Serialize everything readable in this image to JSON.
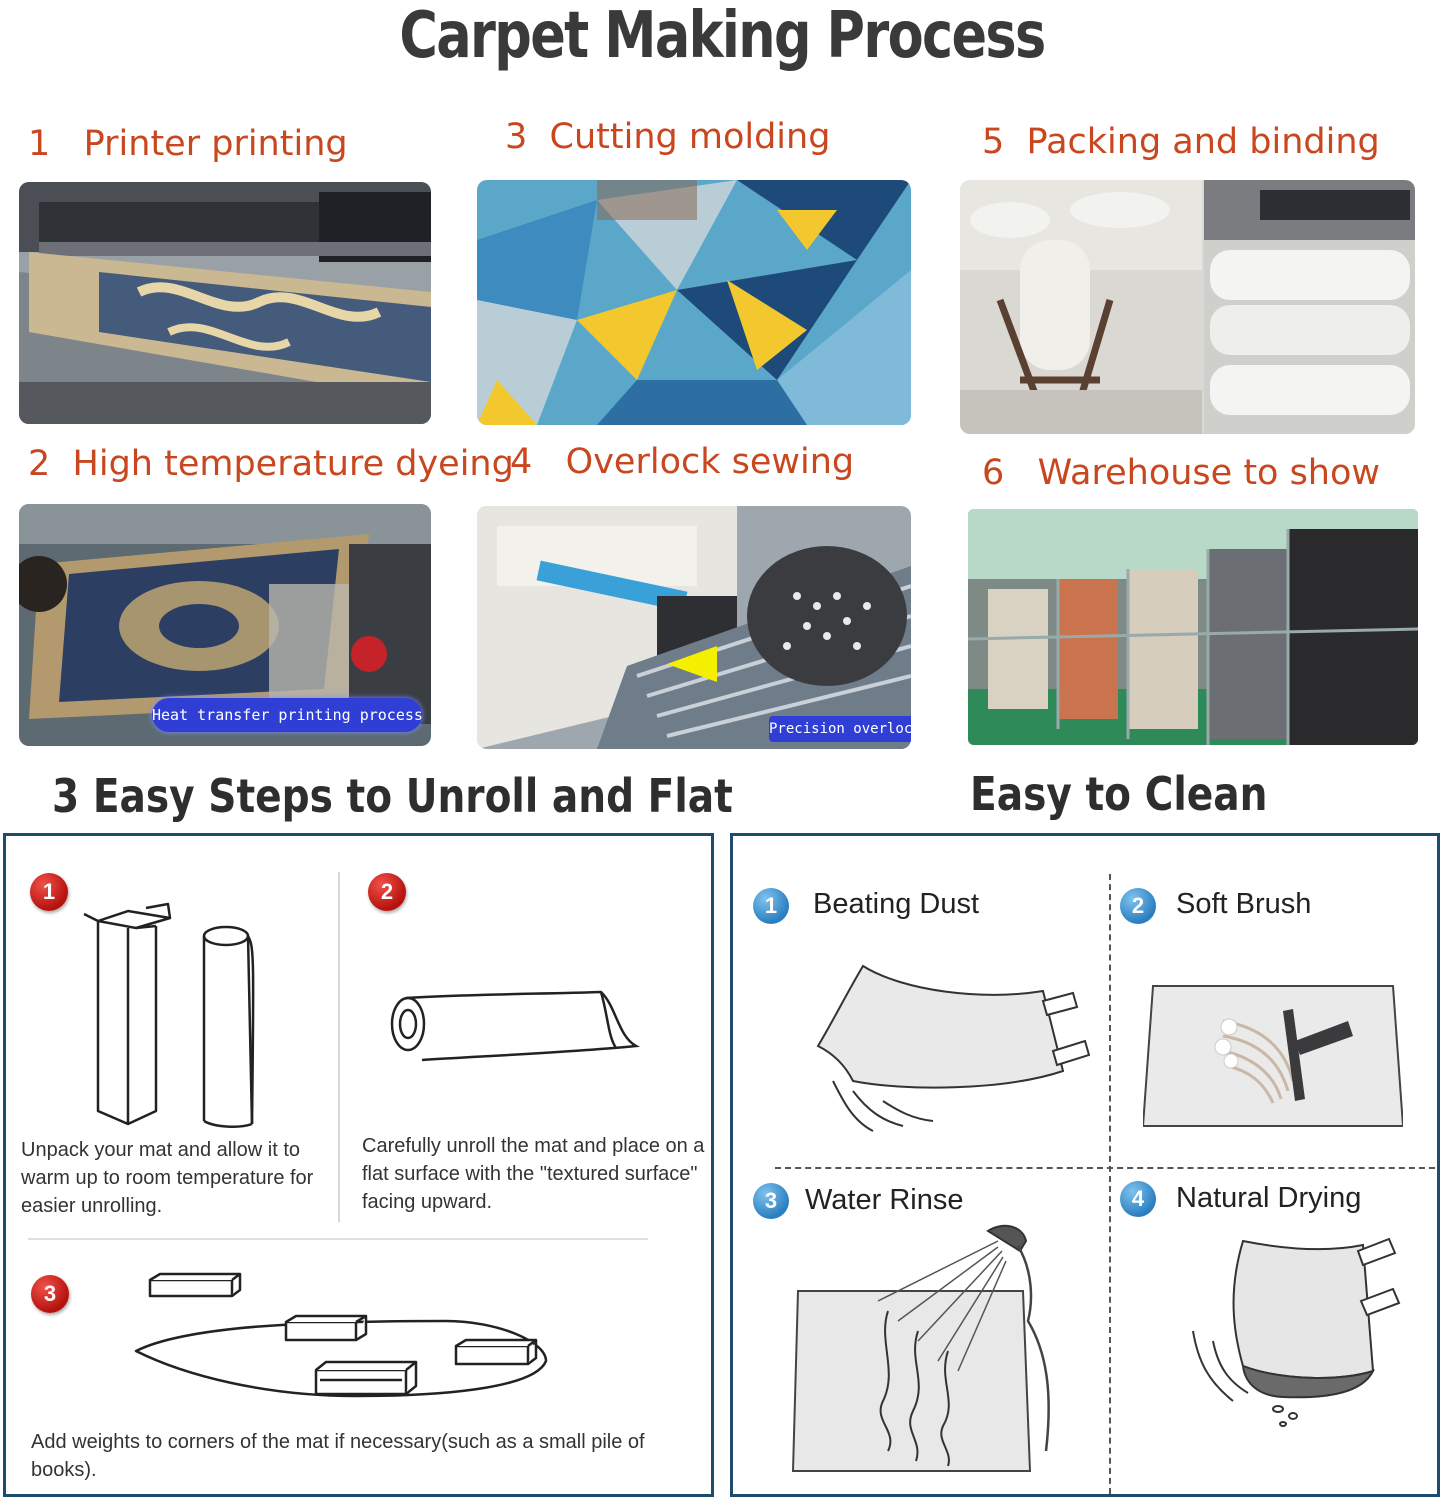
{
  "title": "Carpet Making Process",
  "process_steps": [
    {
      "number": "1",
      "label": "Printer printing"
    },
    {
      "number": "2",
      "label": "High temperature dyeing",
      "caption": "Heat transfer printing process"
    },
    {
      "number": "3",
      "label": "Cutting molding"
    },
    {
      "number": "4",
      "label": "Overlock sewing",
      "caption": "Precision overlock"
    },
    {
      "number": "5",
      "label": "Packing and binding"
    },
    {
      "number": "6",
      "label": "Warehouse to show"
    }
  ],
  "unroll": {
    "title": "3 Easy Steps to Unroll and Flat",
    "steps": [
      {
        "number": "1",
        "text": "Unpack your mat and allow it to warm up to room temperature for easier unrolling."
      },
      {
        "number": "2",
        "text": "Carefully unroll the mat and place on a flat surface with the \"textured surface\" facing upward."
      },
      {
        "number": "3",
        "text": "Add weights to corners of the mat if necessary(such as a small pile of books)."
      }
    ]
  },
  "clean": {
    "title": "Easy to Clean",
    "steps": [
      {
        "number": "1",
        "label": "Beating Dust"
      },
      {
        "number": "2",
        "label": "Soft Brush"
      },
      {
        "number": "3",
        "label": "Water Rinse"
      },
      {
        "number": "4",
        "label": "Natural Drying"
      }
    ]
  },
  "colors": {
    "accent_orange": "#c9471f",
    "panel_border": "#1d4c6c",
    "badge_red": "#c0211c",
    "badge_blue": "#3a8fd0"
  }
}
